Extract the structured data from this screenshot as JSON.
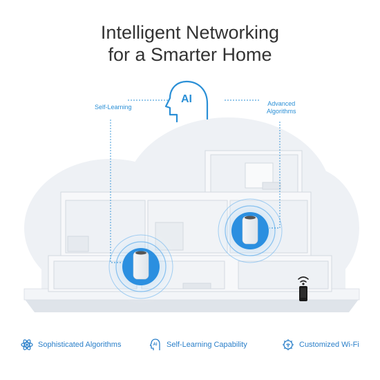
{
  "headline": {
    "line1": "Intelligent Networking",
    "line2": "for a Smarter Home"
  },
  "ai_icon": "ai-head-icon",
  "labels": {
    "left": "Self-Learning",
    "right_line1": "Advanced",
    "right_line2": "Algorithms"
  },
  "features": [
    {
      "label": "Sophisticated Algorithms",
      "icon": "atom-icon"
    },
    {
      "label": "Self-Learning Capability",
      "icon": "ai-head-icon"
    },
    {
      "label": "Customized Wi-Fi",
      "icon": "gear-wifi-icon"
    }
  ],
  "colors": {
    "accent": "#2a8fd6",
    "title": "#333333",
    "house": "#e9edf2",
    "signal": "#4aa3e8"
  }
}
